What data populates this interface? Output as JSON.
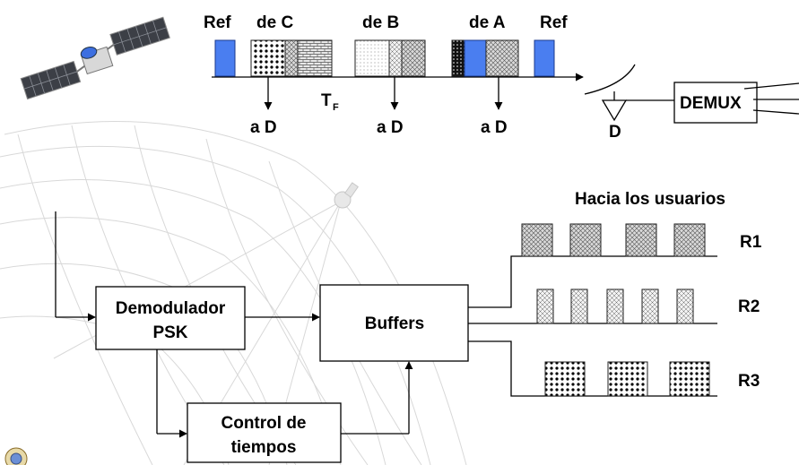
{
  "frame": {
    "ref_left": "Ref",
    "de_c": "de C",
    "de_b": "de B",
    "de_a": "de A",
    "ref_right": "Ref",
    "tf_main": "T",
    "tf_sub": "F",
    "to_d_1": "a D",
    "to_d_2": "a D",
    "to_d_3": "a D"
  },
  "receiver": {
    "antenna_label": "D",
    "demux_label": "DEMUX"
  },
  "blocks": {
    "demod_line1": "Demodulador",
    "demod_line2": "PSK",
    "buffers": "Buffers",
    "control_line1": "Control de",
    "control_line2": "tiempos"
  },
  "outputs": {
    "header": "Hacia los usuarios",
    "r1": "R1",
    "r2": "R2",
    "r3": "R3"
  },
  "colors": {
    "reference_burst": "#4a7ef0"
  }
}
